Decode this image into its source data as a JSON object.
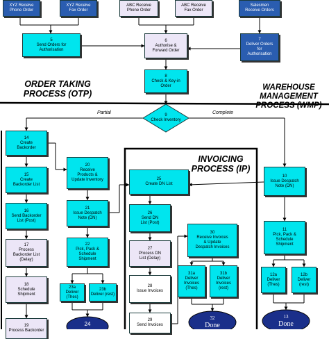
{
  "boxes": {
    "xyz_phone": {
      "text": "XYZ Receive\nPhone Order"
    },
    "xyz_fax": {
      "text": "XYZ Receive\nFax Order"
    },
    "abc_phone": {
      "text": "ABC Receive\nPhone Order"
    },
    "abc_fax": {
      "text": "ABC Receive\nFax Order"
    },
    "salesmen": {
      "text": "Salesmen\nReceive Orders"
    },
    "b5": {
      "num": "5",
      "text": "Send Orders for\nAuthorisation"
    },
    "b6": {
      "num": "6",
      "text": "Authorise &\nForward Order"
    },
    "b7": {
      "num": "7",
      "text": "Deliver Orders\nfor\nAuthorisation"
    },
    "b8": {
      "num": "8",
      "text": "Check & Key-in\nOrder"
    },
    "b9": {
      "num": "9",
      "text": "Check Inventory"
    },
    "b14": {
      "num": "14",
      "text": "Create\nBackorder"
    },
    "b15": {
      "num": "15",
      "text": "Create\nBackorder List"
    },
    "b16": {
      "num": "16",
      "text": "Send Backorder\nList (Post)"
    },
    "b17": {
      "num": "17",
      "text": "Process\nBackorder List\n(Delay)"
    },
    "b18": {
      "num": "18",
      "text": "Schedule\nShipment"
    },
    "b19": {
      "num": "19",
      "text": "Process Backorder"
    },
    "b20": {
      "num": "20",
      "text": "Receive\nProducts &\nUpdate Inventory"
    },
    "b21": {
      "num": "21",
      "text": "Issue Despatch\nNote (DN)"
    },
    "b22": {
      "num": "22",
      "text": "Pick, Pack &\nSchedule\nShipment"
    },
    "b23a": {
      "num": "23a",
      "text": "Deliver\n(Thes)"
    },
    "b23b": {
      "num": "23b",
      "text": "Deliver (rest)"
    },
    "b24": {
      "num": "24",
      "text": ""
    },
    "b25": {
      "num": "25",
      "text": "Create DN List"
    },
    "b26": {
      "num": "26",
      "text": "Send DN\nList (Post)"
    },
    "b27": {
      "num": "27",
      "text": "Process DN\nList (Delay)"
    },
    "b28": {
      "num": "28",
      "text": "Issue Invoices"
    },
    "b29": {
      "num": "29",
      "text": "Send Invoices"
    },
    "b30": {
      "num": "30",
      "text": "Receive Invoices\n& Update\nDespatch Invoices"
    },
    "b31a": {
      "num": "31a",
      "text": "Deliver\nInvoices\n(Thes)"
    },
    "b31b": {
      "num": "31b",
      "text": "Deliver\nInvoices\n(rest)"
    },
    "b32": {
      "num": "32",
      "text": "Done"
    },
    "b10": {
      "num": "10",
      "text": "Issue Despatch\nNote (DN)"
    },
    "b11": {
      "num": "11",
      "text": "Pick, Pack &\nSchedule\nShipment"
    },
    "b12a": {
      "num": "12a",
      "text": "Deliver\n(Thes)"
    },
    "b12b": {
      "num": "12b",
      "text": "Deliver\n(rest)"
    },
    "b13": {
      "num": "13",
      "text": "Done"
    }
  },
  "titles": {
    "otp": "ORDER TAKING\nPROCESS (OTP)",
    "wmp": "WAREHOUSE\nMANAGEMENT\nPROCESS (WMP)",
    "ip": "INVOICING\nPROCESS (IP)"
  },
  "labels": {
    "partial": "Partial",
    "complete": "Complete"
  }
}
